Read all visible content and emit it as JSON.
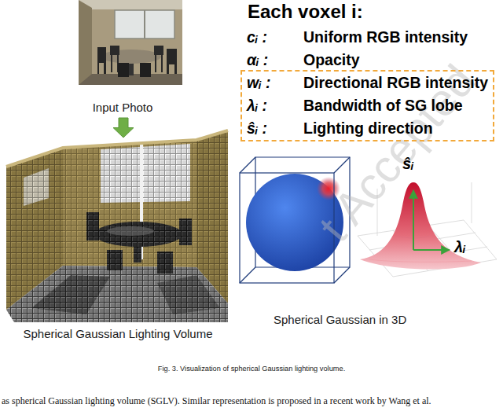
{
  "diagram": {
    "caption": "Fig. 3. Visualization of spherical Gaussian lighting volume.",
    "nodes": [
      {
        "text": [
          "Input Photo"
        ]
      },
      {
        "text": [
          "Spherical Gaussian Lighting Volume"
        ]
      },
      {
        "text": [
          "wᵢ :",
          "Directional RGB intensity",
          "λᵢ :",
          "Bandwidth of SG lobe",
          "ŝᵢ :",
          "Lighting direction"
        ]
      }
    ],
    "edges": [
      {
        "from": 0,
        "to": 1,
        "arrow": "to"
      }
    ],
    "labels": [
      "Each voxel i:",
      "cᵢ :",
      "Uniform RGB intensity",
      "αᵢ :",
      "Opacity",
      "ŝᵢ",
      "λᵢ",
      "Spherical Gaussian in 3D",
      "as spherical Gaussian lighting volume (SGLV). Similar representation is proposed in a recent work by Wang et al.",
      "t Accepted"
    ]
  }
}
